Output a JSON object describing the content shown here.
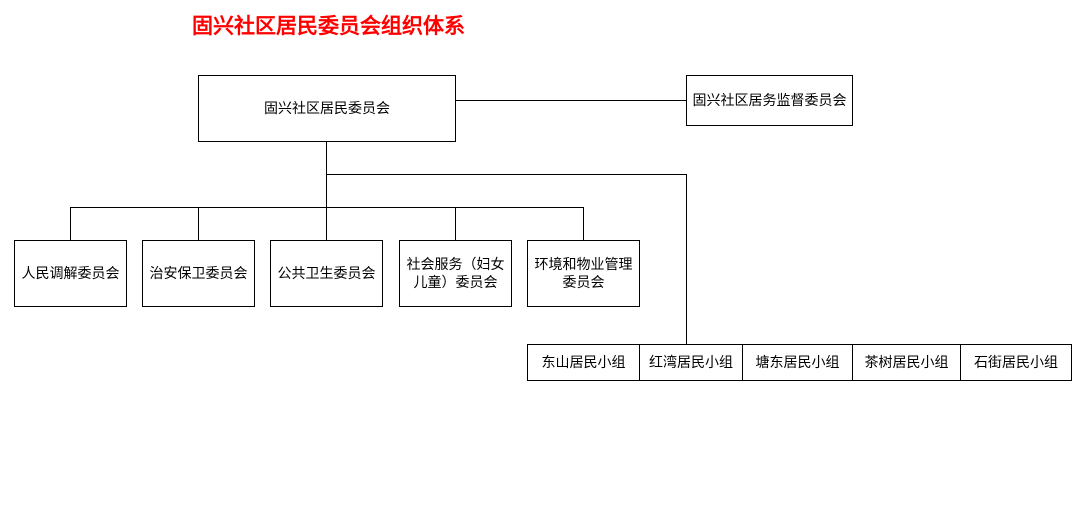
{
  "title": "固兴社区居民委员会组织体系",
  "top_node": "固兴社区居民委员会",
  "side_node": "固兴社区居务监督委员会",
  "committees": [
    "人民调解委员会",
    "治安保卫委员会",
    "公共卫生委员会",
    "社会服务（妇女儿童）委员会",
    "环境和物业管理委员会"
  ],
  "groups": [
    "东山居民小组",
    "红湾居民小组",
    "塘东居民小组",
    "茶树居民小组",
    "石街居民小组"
  ]
}
